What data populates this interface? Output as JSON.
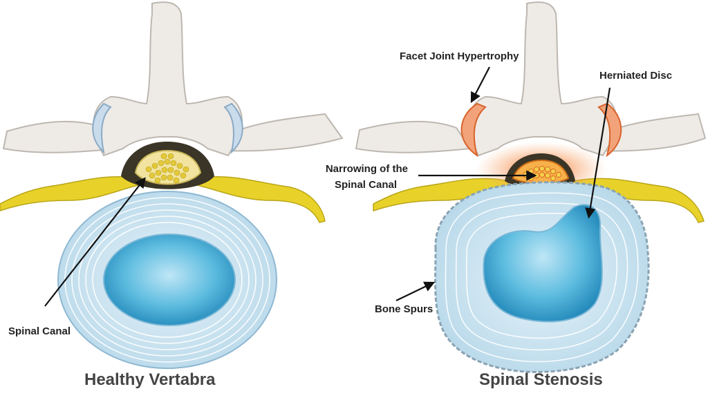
{
  "panels": {
    "healthy": {
      "caption": "Healthy Vertabra"
    },
    "stenosis": {
      "caption": "Spinal Stenosis"
    }
  },
  "labels": {
    "spinal_canal": "Spinal Canal",
    "facet_joint": "Facet Joint Hypertrophy",
    "herniated_disc": "Herniated Disc",
    "narrowing_line1": "Narrowing of the",
    "narrowing_line2": "Spinal Canal",
    "bone_spurs": "Bone Spurs"
  },
  "colors": {
    "bone": "#eeeae6",
    "bone_outline": "#bdb7b0",
    "disc_ring": "#cfe5f1",
    "disc_core": "#3fa7d0",
    "nerve": "#e8d22a",
    "inflammation": "#f07a2a",
    "text": "#222222",
    "caption": "#444444"
  }
}
